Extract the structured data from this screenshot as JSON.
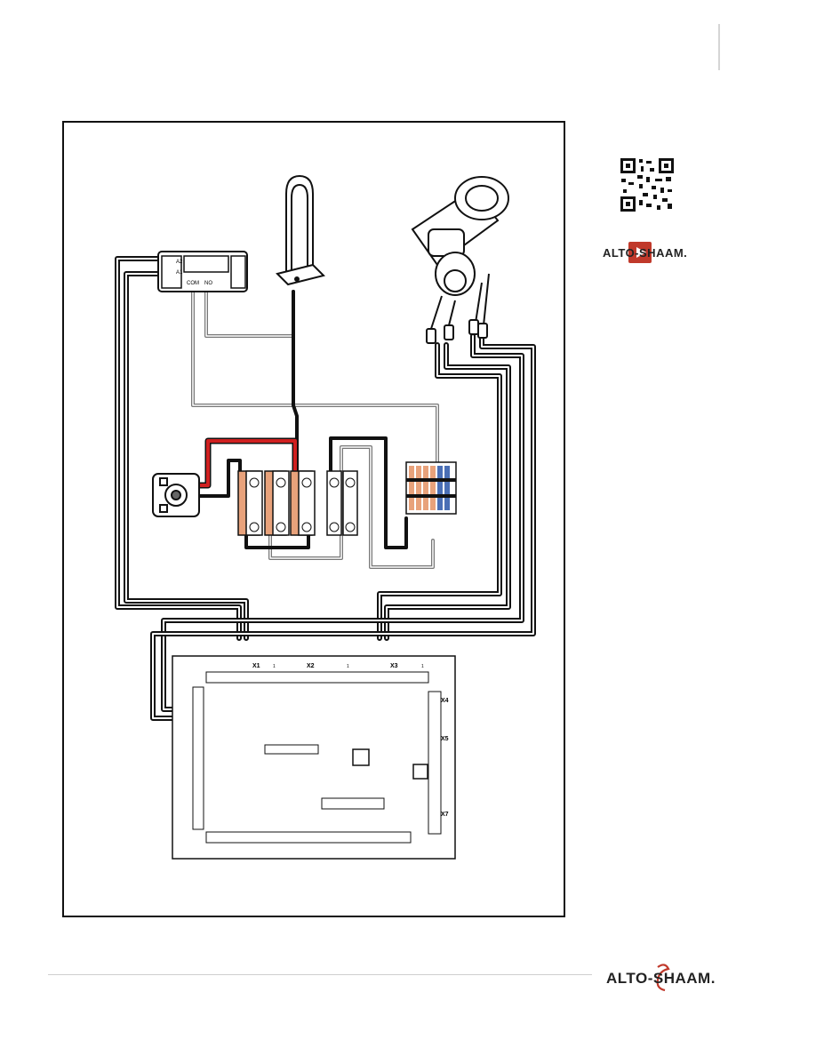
{
  "wiring_labels": {
    "a1": "A1",
    "a2": "A2",
    "com": "COM",
    "no": "NO",
    "x1": "X1",
    "x2": "X2",
    "x3": "X3",
    "x4": "X4",
    "x5": "X5",
    "x7": "X7",
    "one_a": "1",
    "one_b": "1",
    "one_c": "1"
  },
  "brand": {
    "sidebar_logo": "ALTO-SHAAM.",
    "footer_logo": "ALTO-SHAAM.",
    "accent_color": "#c0392b"
  },
  "icons": {
    "qr": "qr-code-icon",
    "play": "play-icon"
  }
}
